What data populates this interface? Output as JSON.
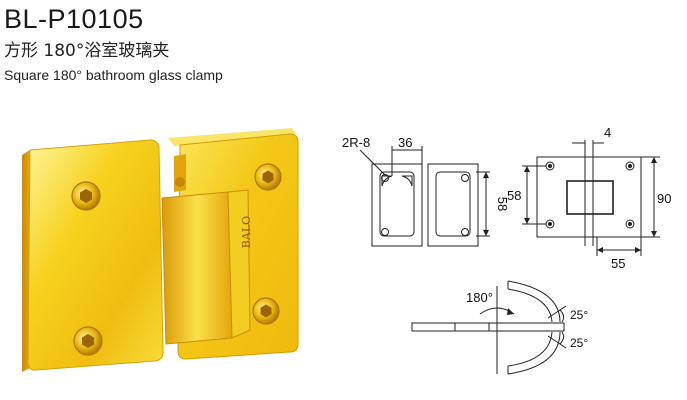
{
  "header": {
    "model": "BL-P10105",
    "name_cn": "方形 180°浴室玻璃夹",
    "name_en": "Square 180° bathroom glass clamp"
  },
  "photo": {
    "brand": "BALO",
    "finish_color": "#f2c21a"
  },
  "front_view": {
    "radius_label": "2R-8",
    "width_label": "36",
    "height_label": "58"
  },
  "side_view": {
    "gap_label": "4",
    "height_label": "58",
    "total_height_label": "90",
    "width_label": "55"
  },
  "swing_view": {
    "angle_label": "180°",
    "upper_angle_label": "25°",
    "lower_angle_label": "25°"
  }
}
